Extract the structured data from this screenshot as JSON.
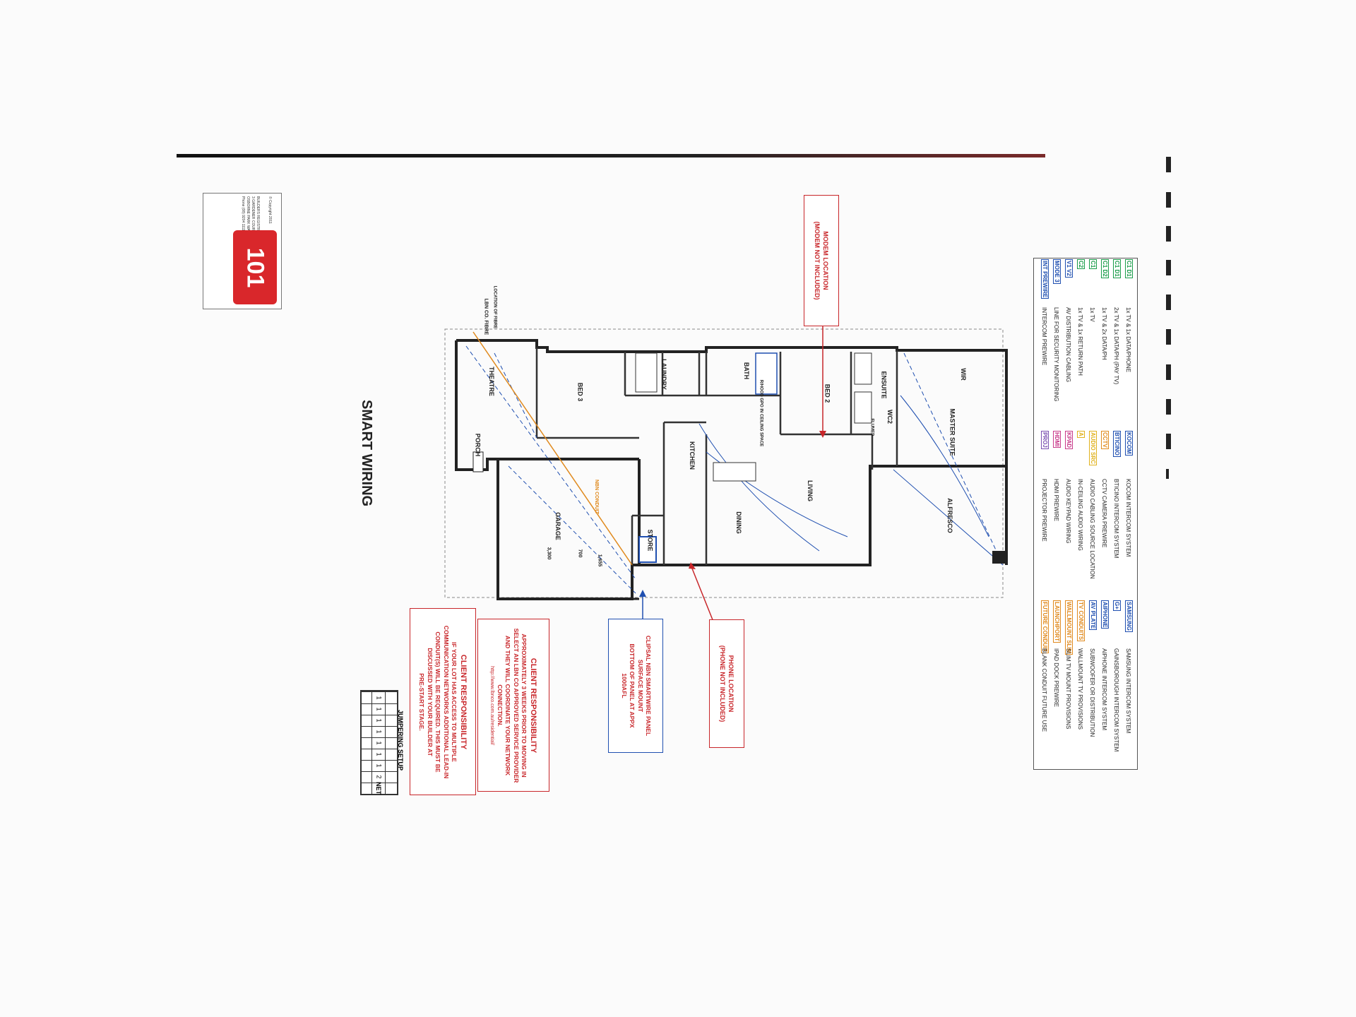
{
  "document": {
    "title": "SMART WIRING",
    "logo_number": "101",
    "copyright": "© Copyright 2011",
    "company_block": [
      "BUILDERS REGISTRATION N° 12021",
      "3 GARDENER COURT",
      "OSBORNE PARK WA 6017",
      "Phone (08) 9204 1111  Fax (08) 9208 8156"
    ]
  },
  "rooms": {
    "theatre": "THEATRE",
    "bed3": "BED 3",
    "laundry": "LAUNDRY",
    "bath": "BATH",
    "bed2": "BED 2",
    "ensuite": "ENSUITE",
    "wc2": "WC2",
    "wir": "WIR",
    "master_suite": "MASTER SUITE",
    "porch": "PORCH",
    "garage": "GARAGE",
    "store": "STORE",
    "kitchen": "KITCHEN",
    "dining": "DINING",
    "living": "LIVING",
    "alfresco": "ALFRESCO",
    "flumed": "FLUMED",
    "rhood": "R/HOOD GPO IN CEILING SPACE",
    "lbn_fibre": "LBN CO. FIBRE",
    "location_fibre": "LOCATION OF FIBRE",
    "nbn_conduit": "NBN CONDUIT",
    "garage_dims": [
      "3,300",
      "700",
      "1,655"
    ]
  },
  "callouts": {
    "modem": [
      "MODEM LOCATION",
      "(MODEM NOT INCLUDED)"
    ],
    "phone": [
      "PHONE LOCATION",
      "(PHONE NOT INCLUDED)"
    ],
    "clipsal": [
      "CLIPSAL NBN SMARTWIRE PANEL",
      "SURFACE MOUNT",
      "BOTTOM OF PANEL AT APPX",
      "1000AFL"
    ],
    "client1": [
      "CLIENT RESPONSIBILITY",
      "APPROXIMATELY 3 WEEKS PRIOR TO MOVING IN",
      "SELECT AN LBN CO APPROVED SERVICE PROVIDER",
      "AND THEY WILL COORDINATE YOUR NETWORK",
      "CONNECTION.",
      "http://www.lbnco.com.au/residential/"
    ],
    "client2": [
      "CLIENT RESPONSIBILITY",
      "IF YOUR LOT HAS ACCESS TO MULTIPLE",
      "COMMUNICATION NETWORKS ADDITIONAL LEAD-IN",
      "CONDUIT(S) WILL BE REQUIRED. THIS MUST BE",
      "DISCUSSED WITH YOUR BUILDER AT",
      "PRE-START STAGE."
    ]
  },
  "jumpering": {
    "title": "JUMPERING SETUP",
    "cells": [
      "1",
      "1",
      "1",
      "1",
      "1",
      "1",
      "1",
      "2"
    ],
    "net": "NET"
  },
  "legend": {
    "col1": [
      {
        "tag": "C1 D1",
        "text": "1x TV & 1x DATA/PHONE",
        "color": "#1a9c4a"
      },
      {
        "tag": "C1 D1",
        "text": "2x TV & 1x DATA/PH (PAY TV)",
        "color": "#1a9c4a"
      },
      {
        "tag": "C1 D2",
        "text": "1x TV & 2x DATA/PH",
        "color": "#1a9c4a"
      },
      {
        "tag": "C1",
        "text": "1x TV",
        "color": "#1a9c4a"
      },
      {
        "tag": "C2",
        "text": "1x TV & 1x RETURN PATH",
        "color": "#1a9c4a"
      },
      {
        "tag": "V1 V2",
        "text": "AV DISTRIBUTION CABLING",
        "color": "#1f4fb0"
      },
      {
        "tag": "MODE 3",
        "text": "LINE FOR SECURITY MONITORING",
        "color": "#1f4fb0"
      },
      {
        "tag": "INT PREWIRE",
        "text": "INTERCOM PREWIRE",
        "color": "#1f4fb0"
      }
    ],
    "col2": [
      {
        "tag": "KOCOM",
        "text": "KOCOM INTERCOM SYSTEM",
        "color": "#1f4fb0"
      },
      {
        "tag": "BTICINO",
        "text": "BTICINO INTERCOM SYSTEM",
        "color": "#1f4fb0"
      },
      {
        "tag": "CCTV",
        "text": "CCTV CAMERA PREWIRE",
        "color": "#e08a1e"
      },
      {
        "tag": "AUDIO SRC",
        "text": "AUDIO CABLING SOURCE LOCATION",
        "color": "#e0b21e"
      },
      {
        "tag": "A",
        "text": "IN-CEILING AUDIO WIRING",
        "color": "#e0b21e"
      },
      {
        "tag": "KPAD",
        "text": "AUDIO KEYPAD WIRING",
        "color": "#c83a8a"
      },
      {
        "tag": "HDMI",
        "text": "HDMI PREWIRE",
        "color": "#c83a8a"
      },
      {
        "tag": "PROJ",
        "text": "PROJECTOR PREWIRE",
        "color": "#7a4fb0"
      }
    ],
    "col3": [
      {
        "tag": "SAMSUNG",
        "text": "SAMSUNG INTERCOM SYSTEM",
        "color": "#1f4fb0"
      },
      {
        "tag": "G+",
        "text": "GAINSBOROUGH INTERCOM SYSTEM",
        "color": "#1f4fb0"
      },
      {
        "tag": "AIPHONE",
        "text": "AIPHONE INTERCOM SYSTEM",
        "color": "#1f4fb0"
      },
      {
        "tag": "AV PLATE",
        "text": "SUBWOOFER OR DISTRIBUTION",
        "color": "#1f4fb0"
      },
      {
        "tag": "TV CONDUITS",
        "text": "WALLMOUNT TV PROVISIONS",
        "color": "#e08a1e"
      },
      {
        "tag": "WALLMOUNT SLIM",
        "text": "SLIM TV MOUNT PROVISIONS",
        "color": "#e08a1e"
      },
      {
        "tag": "LAUNCHPORT",
        "text": "IPAD DOCK PREWIRE",
        "color": "#e08a1e"
      },
      {
        "tag": "FUTURE CONDUIT",
        "text": "BLANK CONDUIT FUTURE USE",
        "color": "#e08a1e"
      }
    ]
  },
  "colors": {
    "red": "#c8262a",
    "blue": "#1f4fb0",
    "green": "#1a9c4a",
    "orange": "#e08a1e",
    "logo": "#d9272b"
  }
}
